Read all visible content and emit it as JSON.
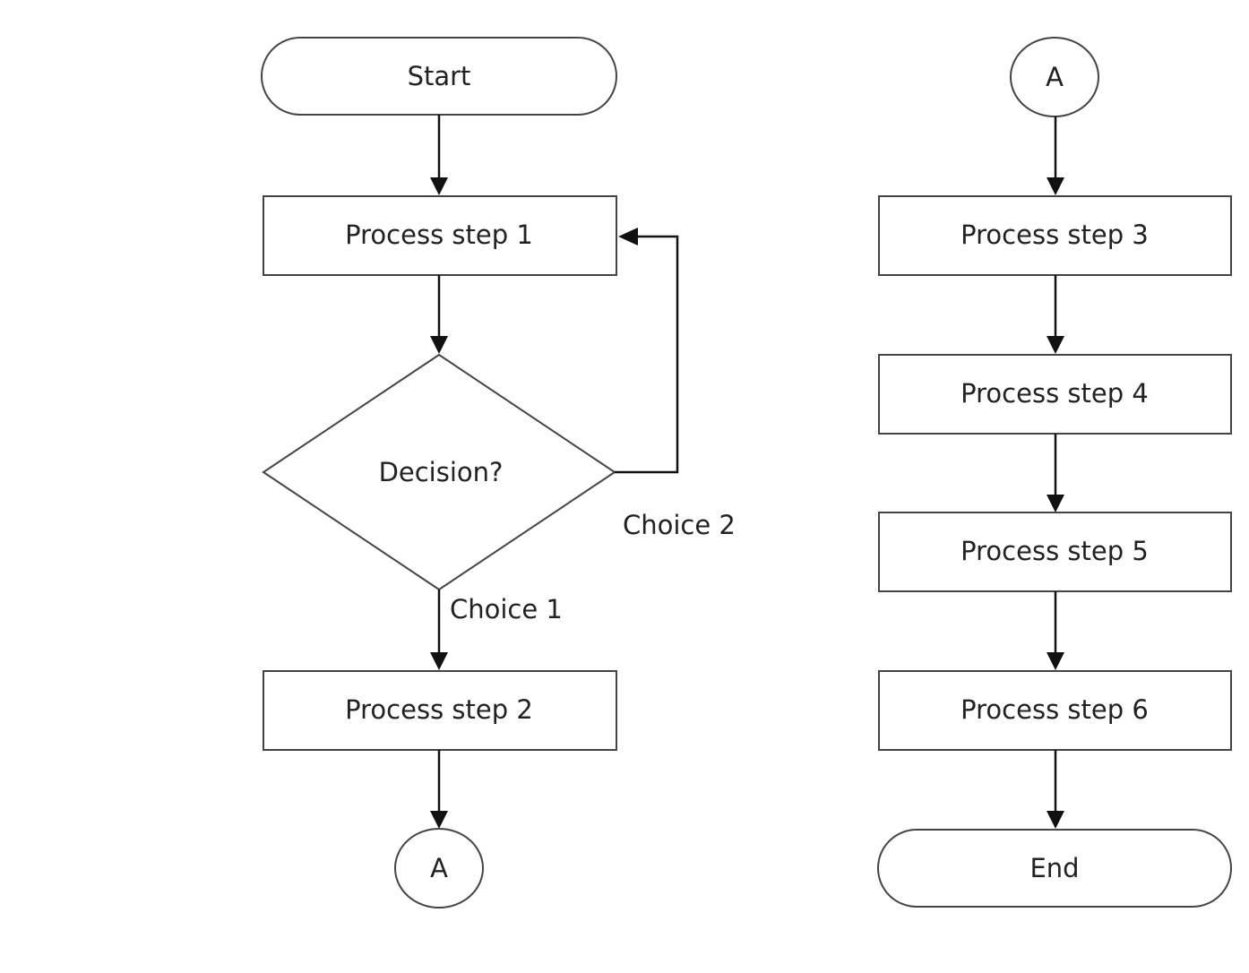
{
  "nodes": {
    "start": "Start",
    "step1": "Process step 1",
    "decision": "Decision?",
    "step2": "Process step 2",
    "connector_out": "A",
    "connector_in": "A",
    "step3": "Process step 3",
    "step4": "Process step 4",
    "step5": "Process step 5",
    "step6": "Process step 6",
    "end": "End"
  },
  "edge_labels": {
    "choice1": "Choice 1",
    "choice2": "Choice 2"
  },
  "edges": [
    {
      "from": "start",
      "to": "step1"
    },
    {
      "from": "step1",
      "to": "decision"
    },
    {
      "from": "decision",
      "to": "step2",
      "label": "choice1"
    },
    {
      "from": "decision",
      "to": "step1",
      "label": "choice2"
    },
    {
      "from": "step2",
      "to": "connector_out"
    },
    {
      "from": "connector_in",
      "to": "step3"
    },
    {
      "from": "step3",
      "to": "step4"
    },
    {
      "from": "step4",
      "to": "step5"
    },
    {
      "from": "step5",
      "to": "step6"
    },
    {
      "from": "step6",
      "to": "end"
    }
  ]
}
